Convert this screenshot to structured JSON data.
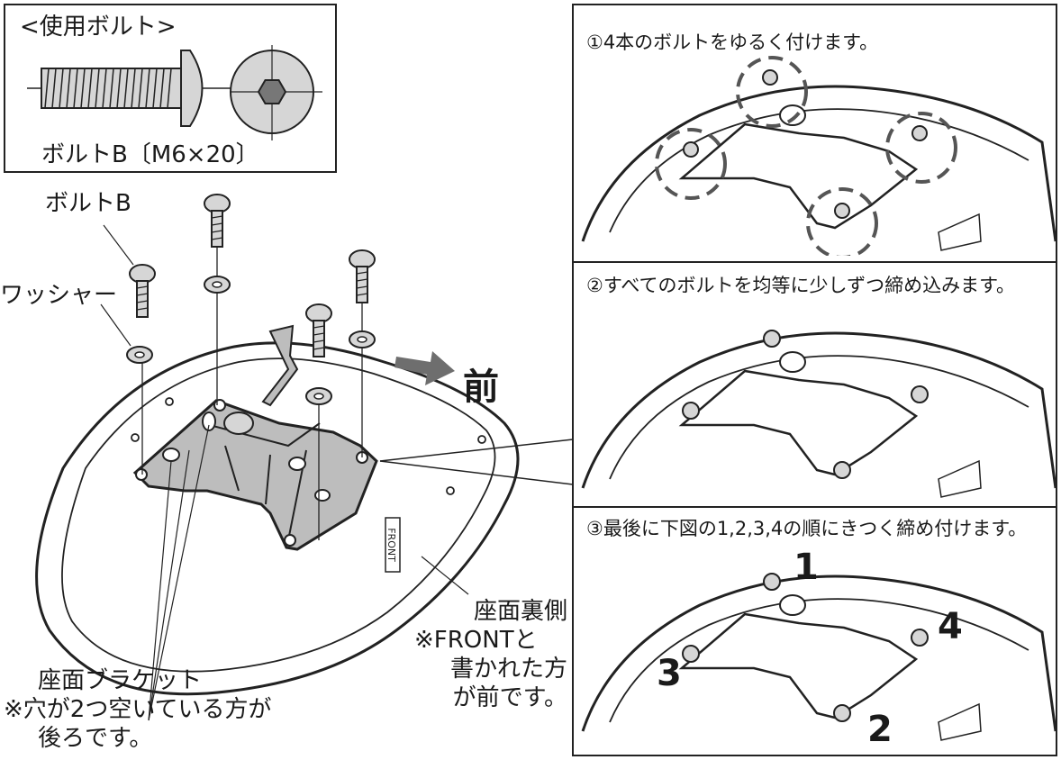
{
  "bolt_box": {
    "title": "<使用ボルト>",
    "caption": "ボルトB〔M6×20〕"
  },
  "main": {
    "label_bolt": "ボルトB",
    "label_washer": "ワッシャー",
    "label_front_arrow": "前",
    "front_stamp": "FRONT",
    "seat_back_lines": [
      "座面裏側",
      "※FRONTと",
      "書かれた方",
      "が前です。"
    ],
    "bracket_lines": [
      "座面ブラケット",
      "※穴が2つ空いている方が",
      "後ろです。"
    ]
  },
  "steps": [
    {
      "text": "①4本のボルトをゆるく付けます。"
    },
    {
      "text": "②すべてのボルトを均等に少しずつ締め込みます。"
    },
    {
      "text": "③最後に下図の1,2,3,4の順にきつく締め付けます。"
    }
  ],
  "order_numbers": [
    "1",
    "2",
    "3",
    "4"
  ],
  "colors": {
    "bracket_fill": "#bdbdbd",
    "bolt_fill": "#d6d6d6",
    "outline": "#222222",
    "arrow": "#6e6e6e"
  }
}
